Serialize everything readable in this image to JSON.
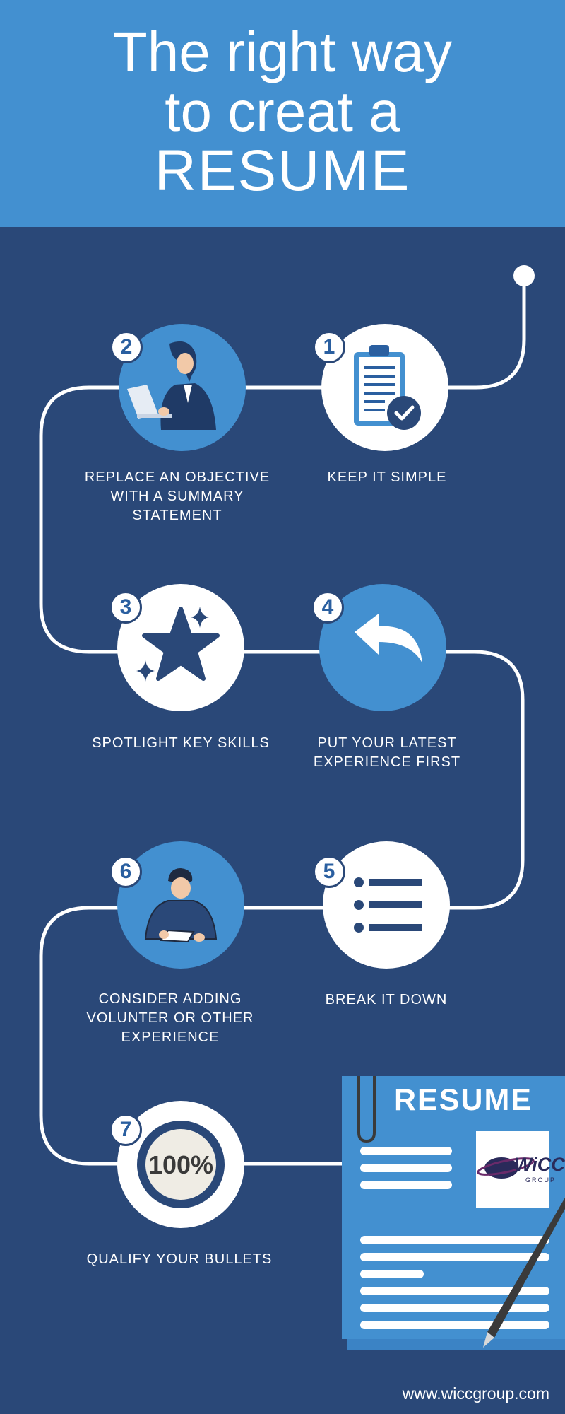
{
  "header": {
    "title_line1": "The right way",
    "title_line2": "to creat a",
    "title_line3": "RESUME"
  },
  "colors": {
    "header_bg": "#4390d0",
    "page_bg": "#2a4878",
    "circle_blue": "#4390d0",
    "circle_white": "#ffffff",
    "badge_text": "#2a5fa0"
  },
  "steps": [
    {
      "number": "1",
      "label": "KEEP IT SIMPLE",
      "icon": "clipboard-check-icon"
    },
    {
      "number": "2",
      "label": "REPLACE AN OBJECTIVE WITH A SUMMARY STATEMENT",
      "icon": "woman-laptop-icon"
    },
    {
      "number": "3",
      "label": "SPOTLIGHT KEY SKILLS",
      "icon": "star-sparkle-icon"
    },
    {
      "number": "4",
      "label": "PUT YOUR LATEST EXPERIENCE FIRST",
      "icon": "curved-arrow-icon"
    },
    {
      "number": "5",
      "label": "BREAK IT DOWN",
      "icon": "bullet-list-icon"
    },
    {
      "number": "6",
      "label": "CONSIDER ADDING VOLUNTER OR OTHER EXPERIENCE",
      "icon": "man-writing-icon"
    },
    {
      "number": "7",
      "label": "QUALIFY YOUR BULLETS",
      "icon": "percent-100-icon",
      "badge_text": "100%"
    }
  ],
  "resume_doc": {
    "heading": "RESUME",
    "logo_text": "WiCC",
    "logo_subtext": "GROUP"
  },
  "footer": {
    "url": "www.wiccgroup.com"
  }
}
